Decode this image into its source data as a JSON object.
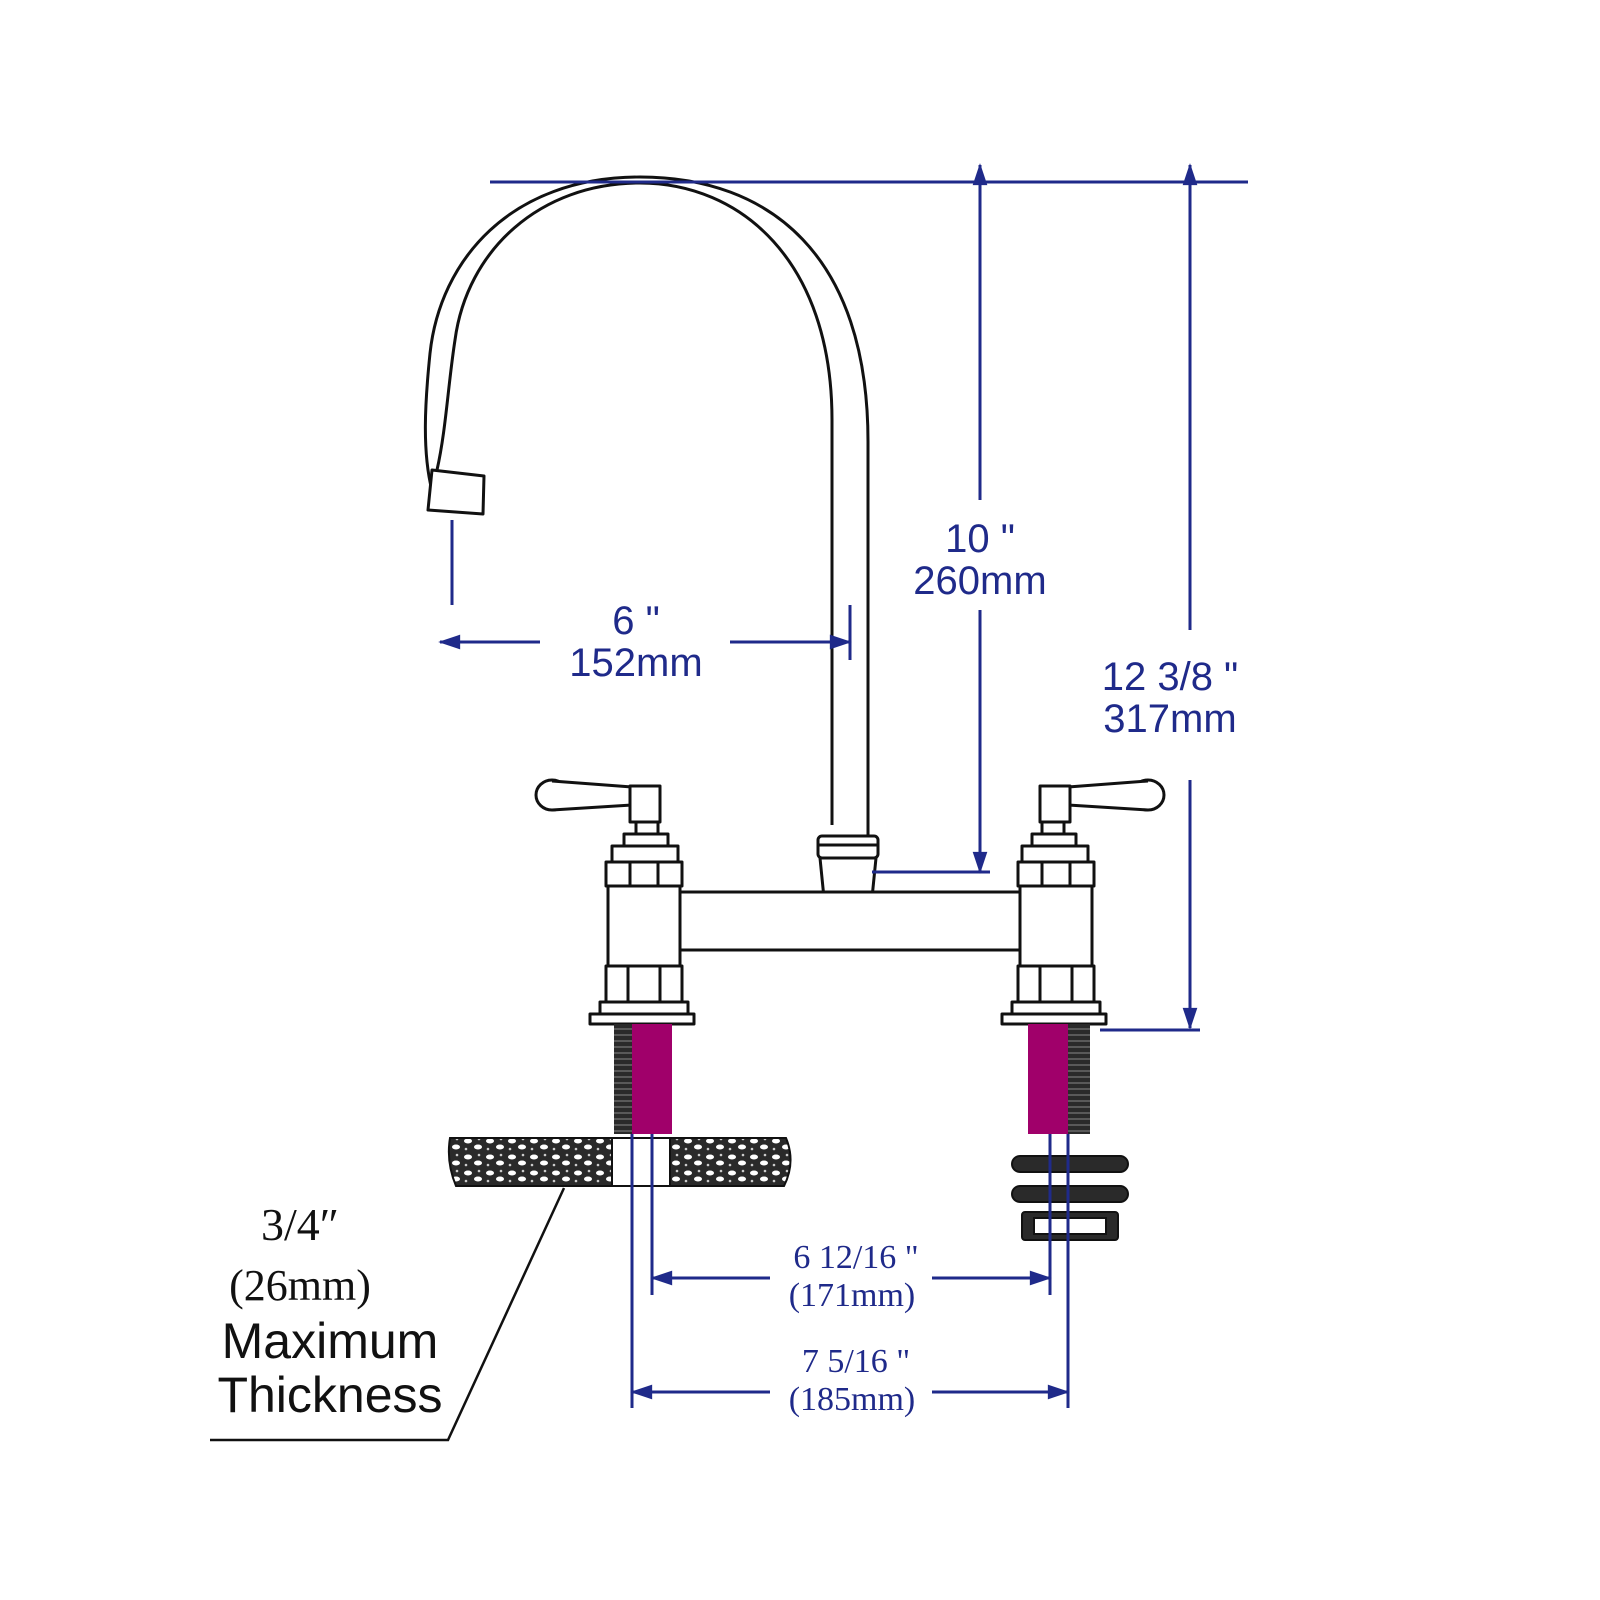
{
  "colors": {
    "dimension": "#1f2a8a",
    "outline": "#111111",
    "shank_highlight": "#a0006a",
    "background": "#ffffff"
  },
  "dimensions": {
    "spout_reach": {
      "inch": "6 \"",
      "mm": "152mm"
    },
    "spout_height": {
      "inch": "10 \"",
      "mm": "260mm"
    },
    "overall_height": {
      "inch": "12 3/8 \"",
      "mm": "317mm"
    },
    "inner_spacing": {
      "inch": "6 12/16 \"",
      "mm": "(171mm)"
    },
    "outer_spacing": {
      "inch": "7 5/16 \"",
      "mm": "(185mm)"
    }
  },
  "thickness_note": {
    "value_inch": "3/4″",
    "value_mm": "(26mm)",
    "line1": "Maximum",
    "line2": "Thickness"
  }
}
